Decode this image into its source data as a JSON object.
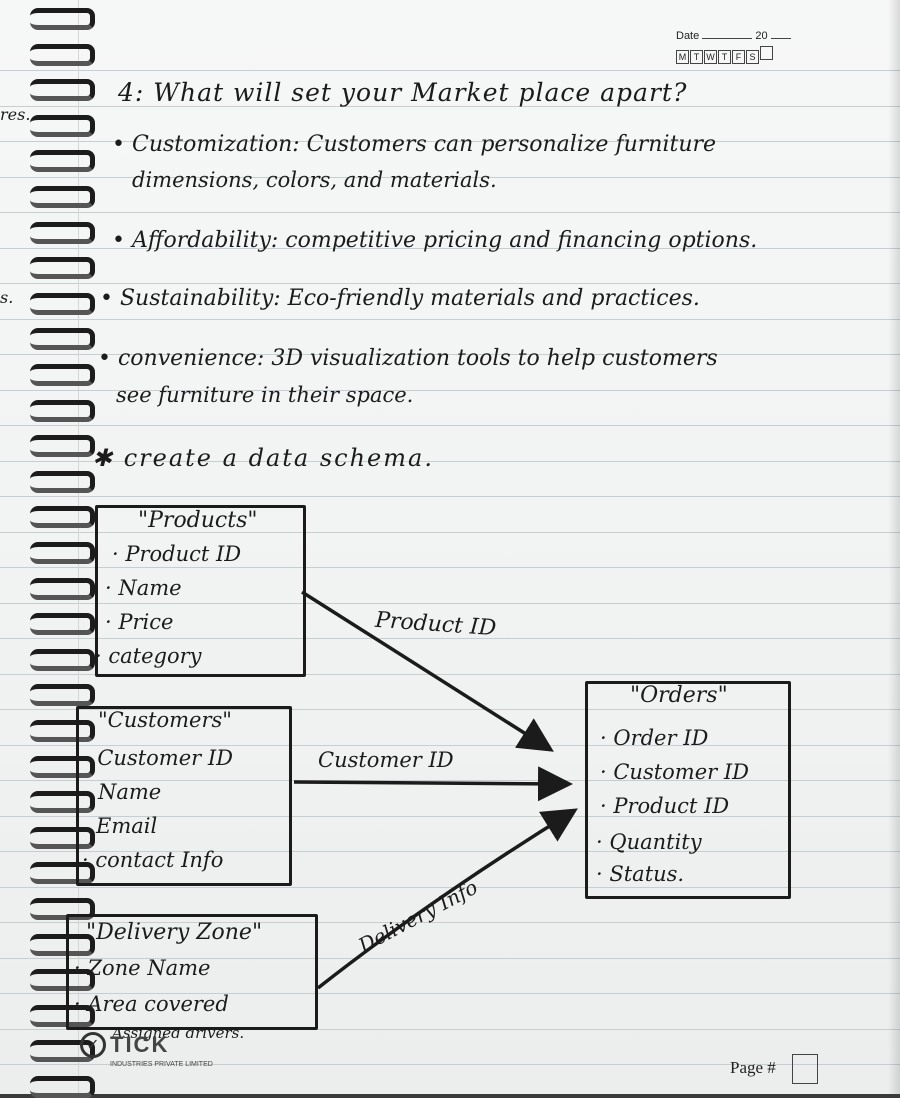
{
  "header": {
    "date_label": "Date",
    "year_label": "20",
    "days": [
      "M",
      "T",
      "W",
      "T",
      "F",
      "S"
    ]
  },
  "edge_fragments": [
    "res.",
    "s."
  ],
  "question": "4: What will set your Market place apart?",
  "bullets": [
    {
      "heading": "Customization:",
      "text_line1": "Customers can personalize furniture",
      "text_line2": "dimensions, colors, and materials."
    },
    {
      "heading": "Affordability:",
      "text_line1": "competitive pricing and financing options."
    },
    {
      "heading": "Sustainability:",
      "text_line1": "Eco-friendly materials and practices."
    },
    {
      "heading": "convenience:",
      "text_line1": "3D visualization tools to help customers",
      "text_line2": "see furniture in their space."
    }
  ],
  "schema_heading": "✱ create a data schema.",
  "entities": {
    "products": {
      "title": "\"Products\"",
      "fields": [
        "· Product ID",
        "· Name",
        "· Price",
        "· category"
      ]
    },
    "customers": {
      "title": "\"Customers\"",
      "fields": [
        "· Customer ID",
        "Name",
        "Email",
        "· contact Info"
      ]
    },
    "delivery": {
      "title": "\"Delivery Zone\"",
      "fields": [
        "· Zone Name",
        "· Area covered",
        "Assigned drivers."
      ]
    },
    "orders": {
      "title": "\"Orders\"",
      "fields": [
        "· Order ID",
        "· Customer ID",
        "· Product ID",
        "· Quantity",
        "· Status."
      ]
    }
  },
  "relations": {
    "product": "Product ID",
    "customer": "Customer ID",
    "delivery": "Delivery Info"
  },
  "footer": {
    "logo_text": "TICK",
    "logo_sub": "INDUSTRIES PRIVATE LIMITED",
    "page_label": "Page #"
  }
}
